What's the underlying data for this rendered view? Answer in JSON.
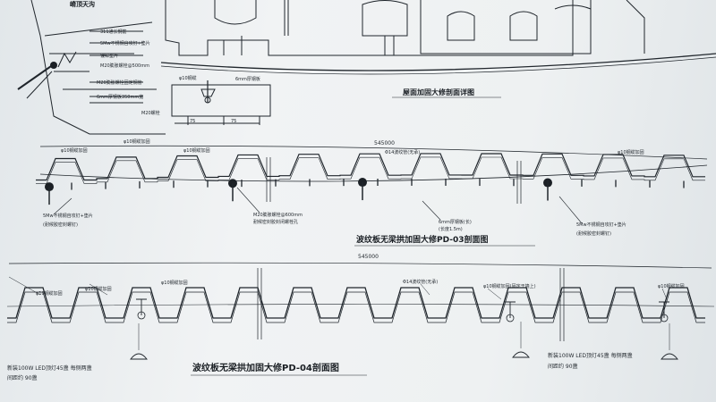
{
  "top_left": {
    "section_tag": "嵴顶天沟",
    "labels": [
      "311通长钢筋",
      "5Mw不锈钢自攻钉+垫片",
      "镀锌垫片",
      "M20膨胀螺栓@500mm",
      "M20膨胀螺栓固定钢管",
      "6mm厚钢板350mm宽"
    ]
  },
  "detail": {
    "labels": [
      "φ10钢缆",
      "6mm厚钢板",
      "M20螺栓"
    ],
    "dims": [
      "75",
      "75"
    ]
  },
  "roof_detail_title": "屋面加固大修剖面详图",
  "pd03": {
    "span": "545000",
    "labels": {
      "steel_cable": "φ10钢缆加固",
      "tie": "Φ14波纹管(无承)",
      "bolt": "M20膨胀螺栓@600mm",
      "bolt_note": "耐候密封胶封闭螺栓孔",
      "plate": "6mm厚钢板(长)",
      "plate_note": "(长度1.5m)",
      "screw_left": "5Mw不锈钢自攻钉+垫片",
      "screw_left_note": "(耐候胶密封螺钉)",
      "screw_right": "5Mw不锈钢自攻钉+垫片",
      "screw_right_note": "(耐候胶密封螺钉)"
    },
    "title": "波纹板无梁拱加固大修PD-03剖面图"
  },
  "pd04": {
    "span": "545000",
    "labels": {
      "cable_a": "φ10钢缆加固",
      "cable_b": "φ10钢缆加固",
      "cable_c": "φ10钢缆加固",
      "tie": "Φ14波纹管(无承)",
      "cable_d": "φ10钢缆加固(固定于墙上)",
      "cable_e": "φ10钢缆加固",
      "lamp_left": "新装100W LED顶灯45盏 每侧两盏",
      "lamp_left_note": "间距约 90盏",
      "lamp_right": "新装100W LED顶灯45盏 每侧两盏",
      "lamp_right_note": "间距约 90盏"
    },
    "title": "波纹板无梁拱加固大修PD-04剖面图"
  }
}
